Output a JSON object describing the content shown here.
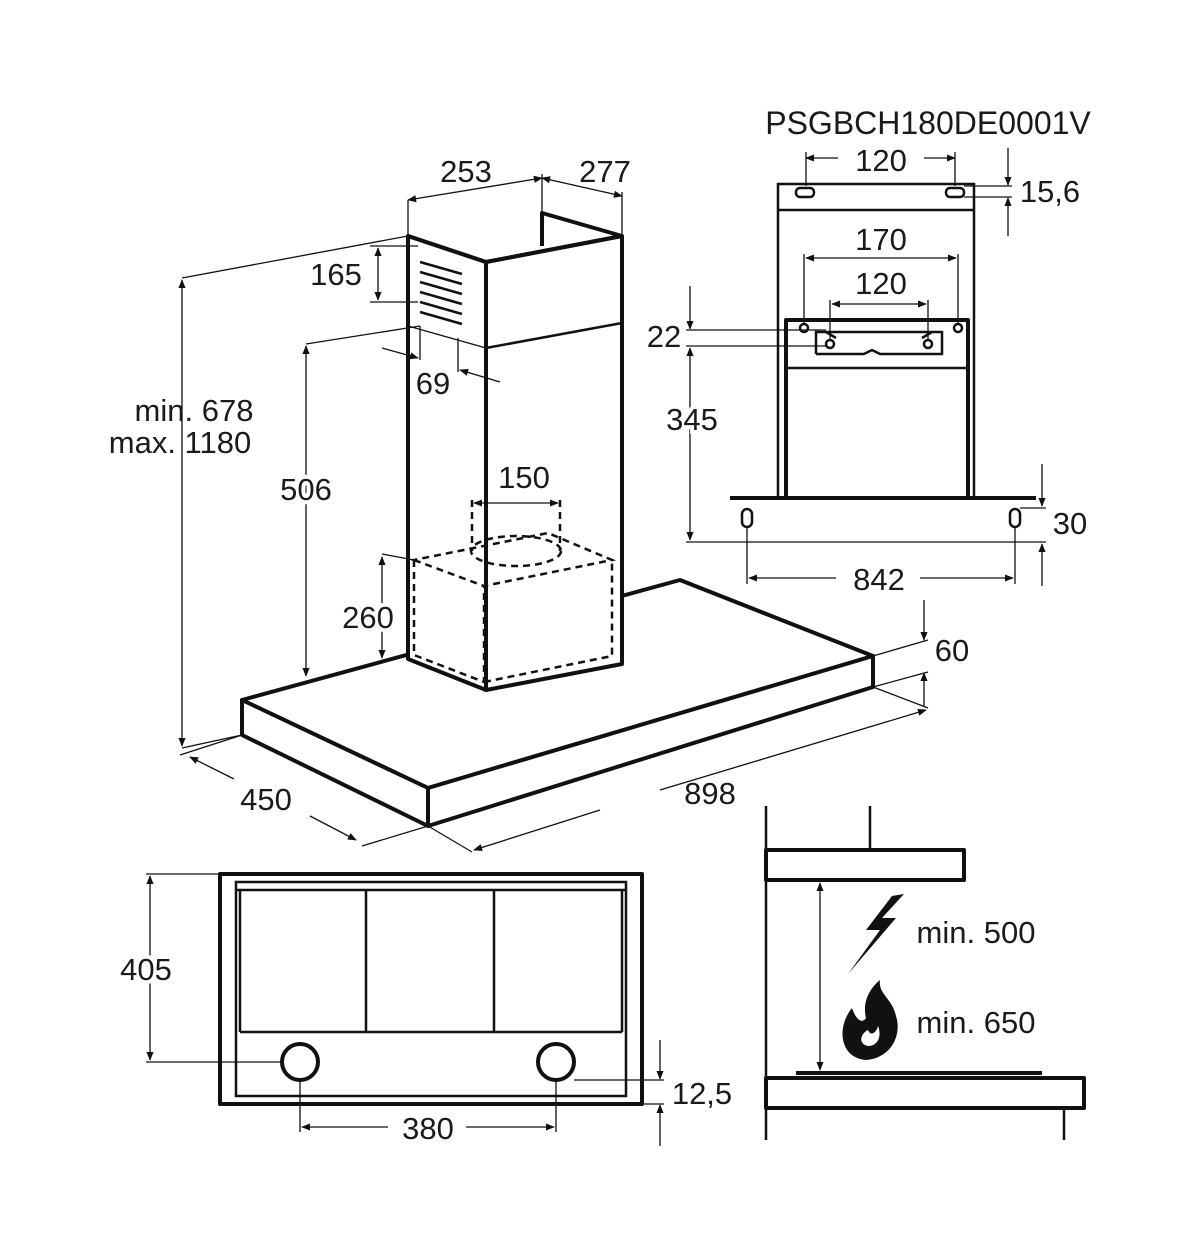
{
  "model_code": "PSGBCH180DE0001V",
  "colors": {
    "line": "#111111",
    "background": "#ffffff"
  },
  "icons": [
    "lightning-icon",
    "flame-icon"
  ],
  "views": {
    "isometric": {
      "chimney_depth": "253",
      "chimney_width": "277",
      "vent_height": "165",
      "vent_offset": "69",
      "duct_diameter": "150",
      "height_range_min": "min. 678",
      "height_range_max": "max. 1180",
      "chimney_inner_height": "506",
      "motor_height": "260",
      "canopy_thickness": "60",
      "canopy_depth": "450",
      "canopy_width": "898"
    },
    "front_mounting": {
      "top_bracket_spacing": "120",
      "top_bracket_offset": "15,6",
      "middle_holes_spacing": "170",
      "middle_bracket_spacing": "120",
      "bracket_height": "22",
      "bracket_to_bottom": "345",
      "bottom_holes_offset": "30",
      "bottom_holes_spacing": "842"
    },
    "bottom_view": {
      "depth": "405",
      "lights_spacing": "380",
      "light_offset": "12,5"
    },
    "installation_height": {
      "electric_min": "min. 500",
      "gas_min": "min. 650"
    }
  }
}
